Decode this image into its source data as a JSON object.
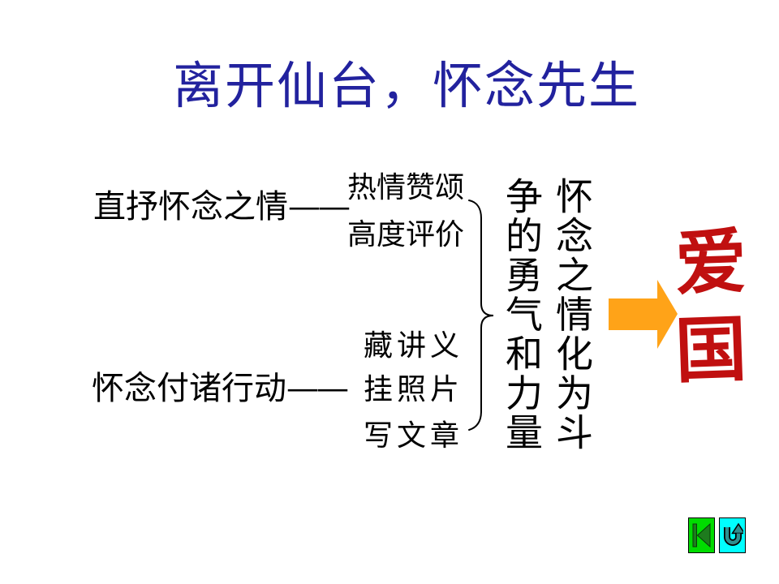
{
  "slide": {
    "title": "离开仙台，怀念先生",
    "title_color": "#22229E",
    "rows": [
      {
        "label": "直抒怀念之情",
        "dash": "——",
        "subitems": [
          "热情赞颂",
          "高度评价"
        ]
      },
      {
        "label": "怀念付诸行动",
        "dash": "——",
        "subitems": [
          "藏讲义",
          "挂照片",
          "写文章"
        ]
      }
    ],
    "vertical_summary": {
      "column_right": "怀念之情化为斗",
      "column_left": "争的勇气和力量",
      "full_text": "怀念之情化为斗争的勇气和力量"
    },
    "brace": {
      "color": "#000000"
    },
    "arrow": {
      "direction": "right",
      "fill": "#FFA318",
      "outline": "#000000"
    },
    "conclusion": {
      "char_top": "爱",
      "char_bottom": "国",
      "full_text": "爱国",
      "color": "#C01010"
    },
    "nav": {
      "first_button": {
        "icon": "go-to-first-icon",
        "bg": "#00DC00",
        "icon_color": "#1E7B1E"
      },
      "return_button": {
        "icon": "u-turn-return-icon",
        "bg": "#00FFFF",
        "icon_color": "#2E8F8F"
      }
    }
  }
}
